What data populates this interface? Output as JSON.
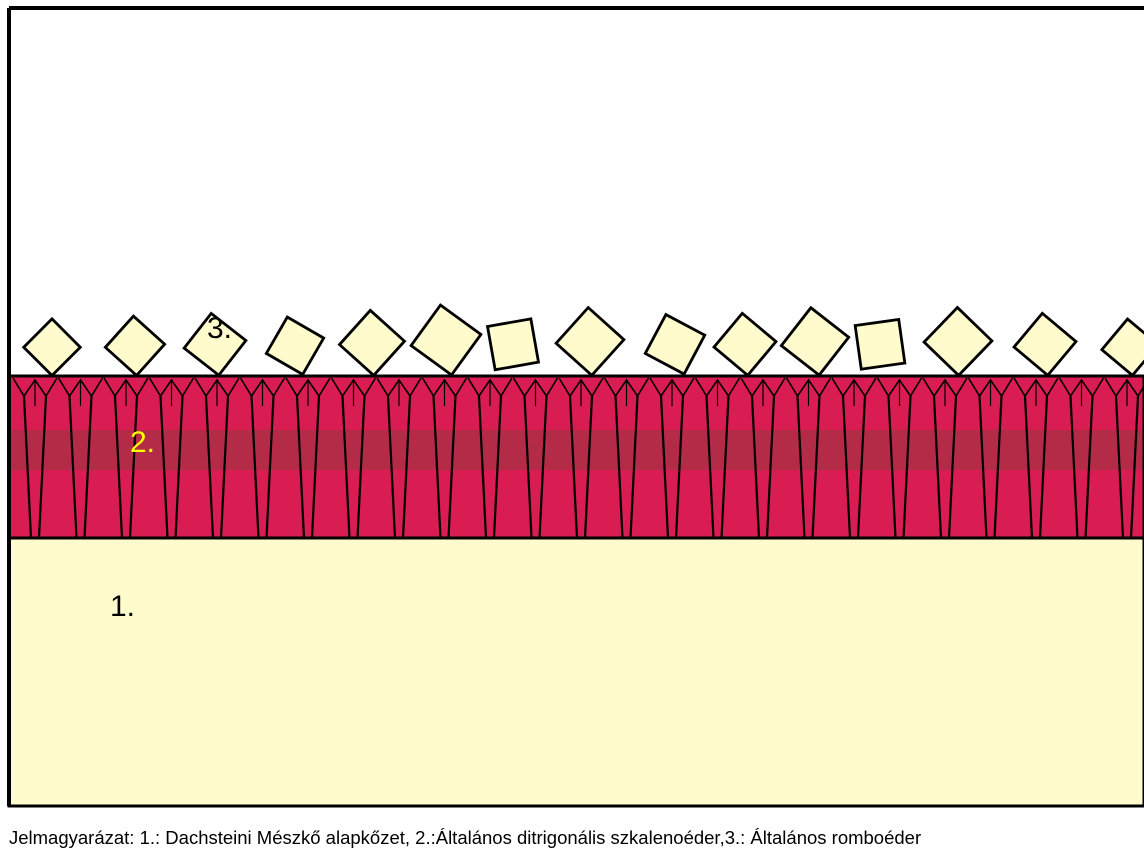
{
  "labels": {
    "layer1": "1.",
    "layer2": "2.",
    "layer3": "3."
  },
  "legend": {
    "text": "Jelmagyarázat: 1.: Dachsteini Mészkő alapkőzet, 2.:Általános ditrigonális szkalenoéder,3.: Általános romboéder"
  },
  "colors": {
    "frame": "#000000",
    "limestone": "#FFFBCC",
    "scalenohedron": "#D91C52",
    "scalenohedron_band": "#AC2E44",
    "rhombohedron": "#FFFBCC",
    "label_layer1": "#000000",
    "label_layer2": "#FFFF00",
    "label_layer3": "#000000"
  },
  "layers": [
    {
      "id": "1",
      "name": "Dachsteini Mészkő alapkőzet",
      "shape": "flat-bed"
    },
    {
      "id": "2",
      "name": "Általános ditrigonális szkalenoéder",
      "shape": "palisade-crystals"
    },
    {
      "id": "3",
      "name": "Általános romboéder",
      "shape": "rhombohedral-crystals"
    }
  ]
}
